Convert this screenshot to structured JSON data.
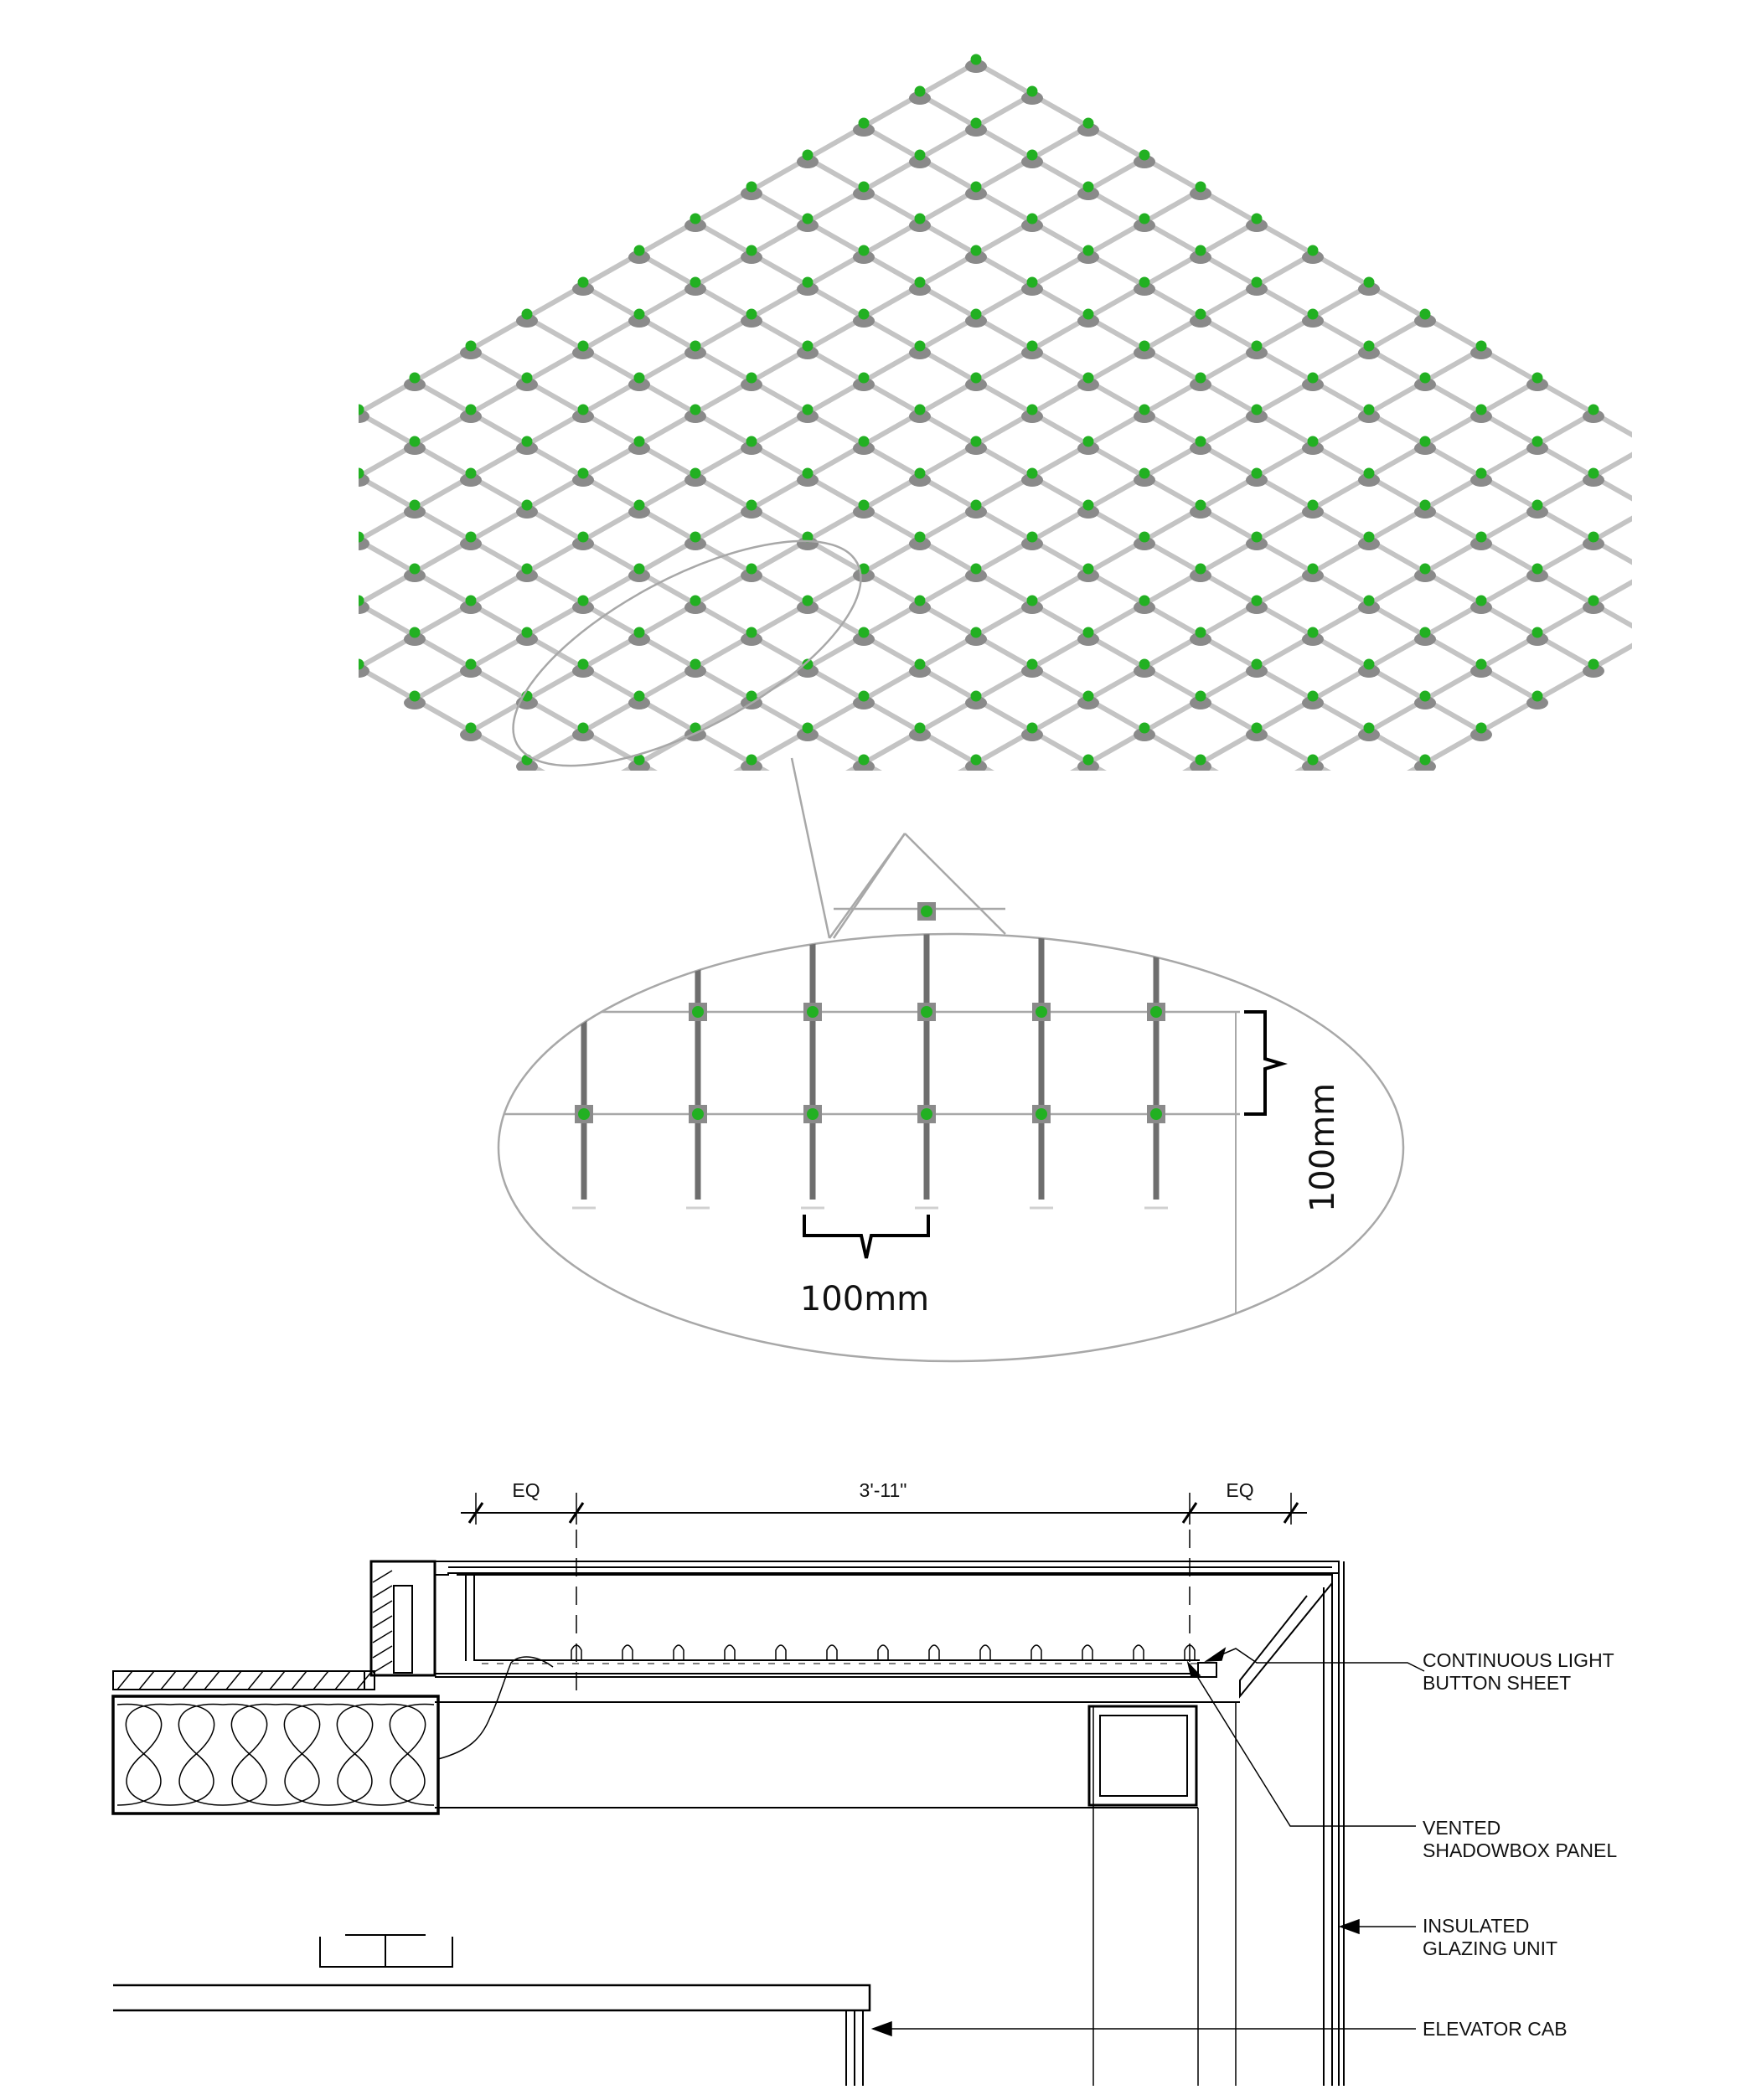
{
  "detail": {
    "spacing_horizontal": "100mm",
    "spacing_vertical": "100mm"
  },
  "section": {
    "dim_left": "EQ",
    "dim_center": "3'-11\"",
    "dim_right": "EQ",
    "callouts": [
      {
        "line1": "CONTINUOUS LIGHT",
        "line2": "BUTTON SHEET"
      },
      {
        "line1": "VENTED",
        "line2": "SHADOWBOX PANEL"
      },
      {
        "line1": "INSULATED",
        "line2": "GLAZING UNIT"
      },
      {
        "line1": "ELEVATOR CAB",
        "line2": ""
      }
    ]
  },
  "colors": {
    "node_green": "#22b022",
    "node_body": "#8a8a8a",
    "rod": "#c4c4c4",
    "line": "#000000",
    "light_line": "#a8a8a8"
  }
}
